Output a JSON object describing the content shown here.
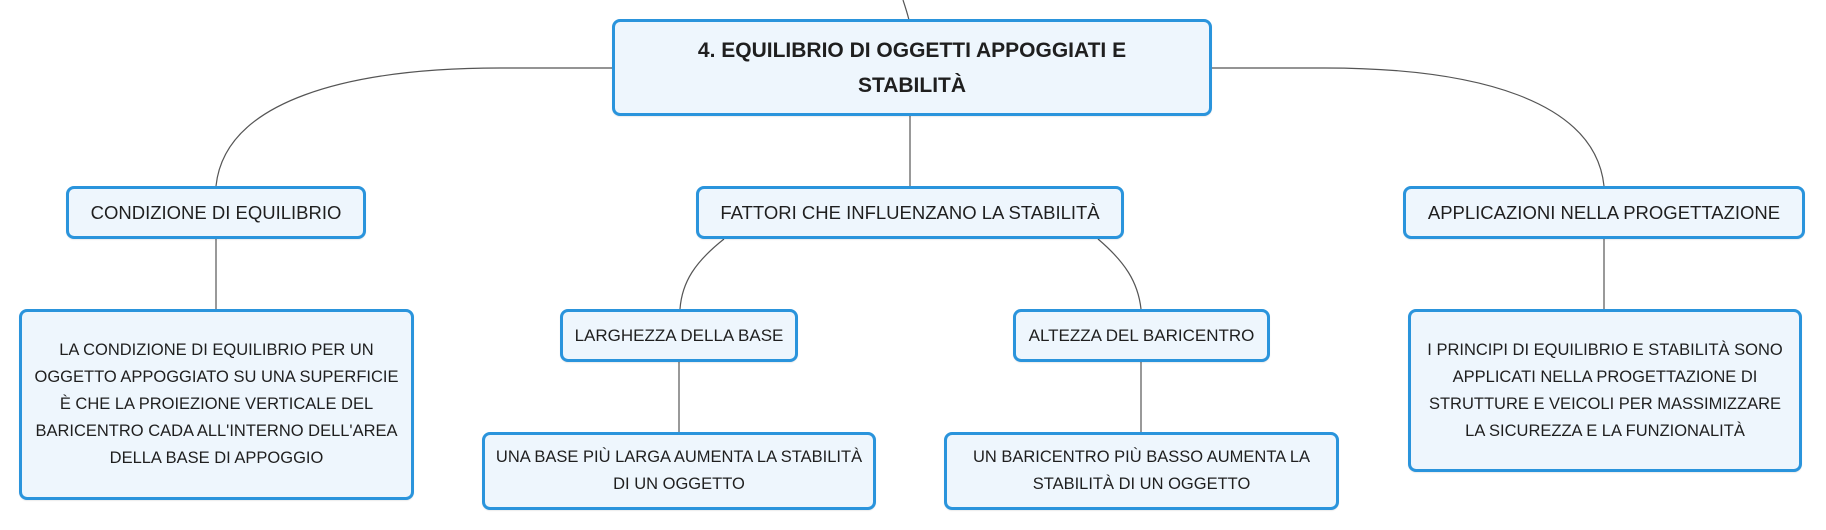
{
  "diagram": {
    "root": {
      "label": "4. EQUILIBRIO DI OGGETTI APPOGGIATI E STABILITÀ"
    },
    "branches": [
      {
        "label": "CONDIZIONE DI EQUILIBRIO",
        "detail": "LA CONDIZIONE DI EQUILIBRIO PER UN OGGETTO APPOGGIATO SU UNA SUPERFICIE È CHE LA PROIEZIONE VERTICALE DEL BARICENTRO CADA ALL'INTERNO DELL'AREA DELLA BASE DI APPOGGIO"
      },
      {
        "label": "FATTORI CHE INFLUENZANO LA STABILITÀ",
        "children": [
          {
            "label": "LARGHEZZA DELLA BASE",
            "detail": "UNA BASE PIÙ LARGA AUMENTA LA STABILITÀ DI UN OGGETTO"
          },
          {
            "label": "ALTEZZA DEL BARICENTRO",
            "detail": "UN BARICENTRO PIÙ BASSO AUMENTA LA STABILITÀ DI UN OGGETTO"
          }
        ]
      },
      {
        "label": "APPLICAZIONI NELLA PROGETTAZIONE",
        "detail": "I PRINCIPI DI EQUILIBRIO E STABILITÀ SONO APPLICATI NELLA PROGETTAZIONE DI STRUTTURE E VEICOLI PER MASSIMIZZARE LA SICUREZZA E LA FUNZIONALITÀ"
      }
    ],
    "colors": {
      "node_border": "#2a94dc",
      "node_fill": "#eef6fd",
      "connector": "#555555",
      "text": "#1f1f1f"
    }
  }
}
